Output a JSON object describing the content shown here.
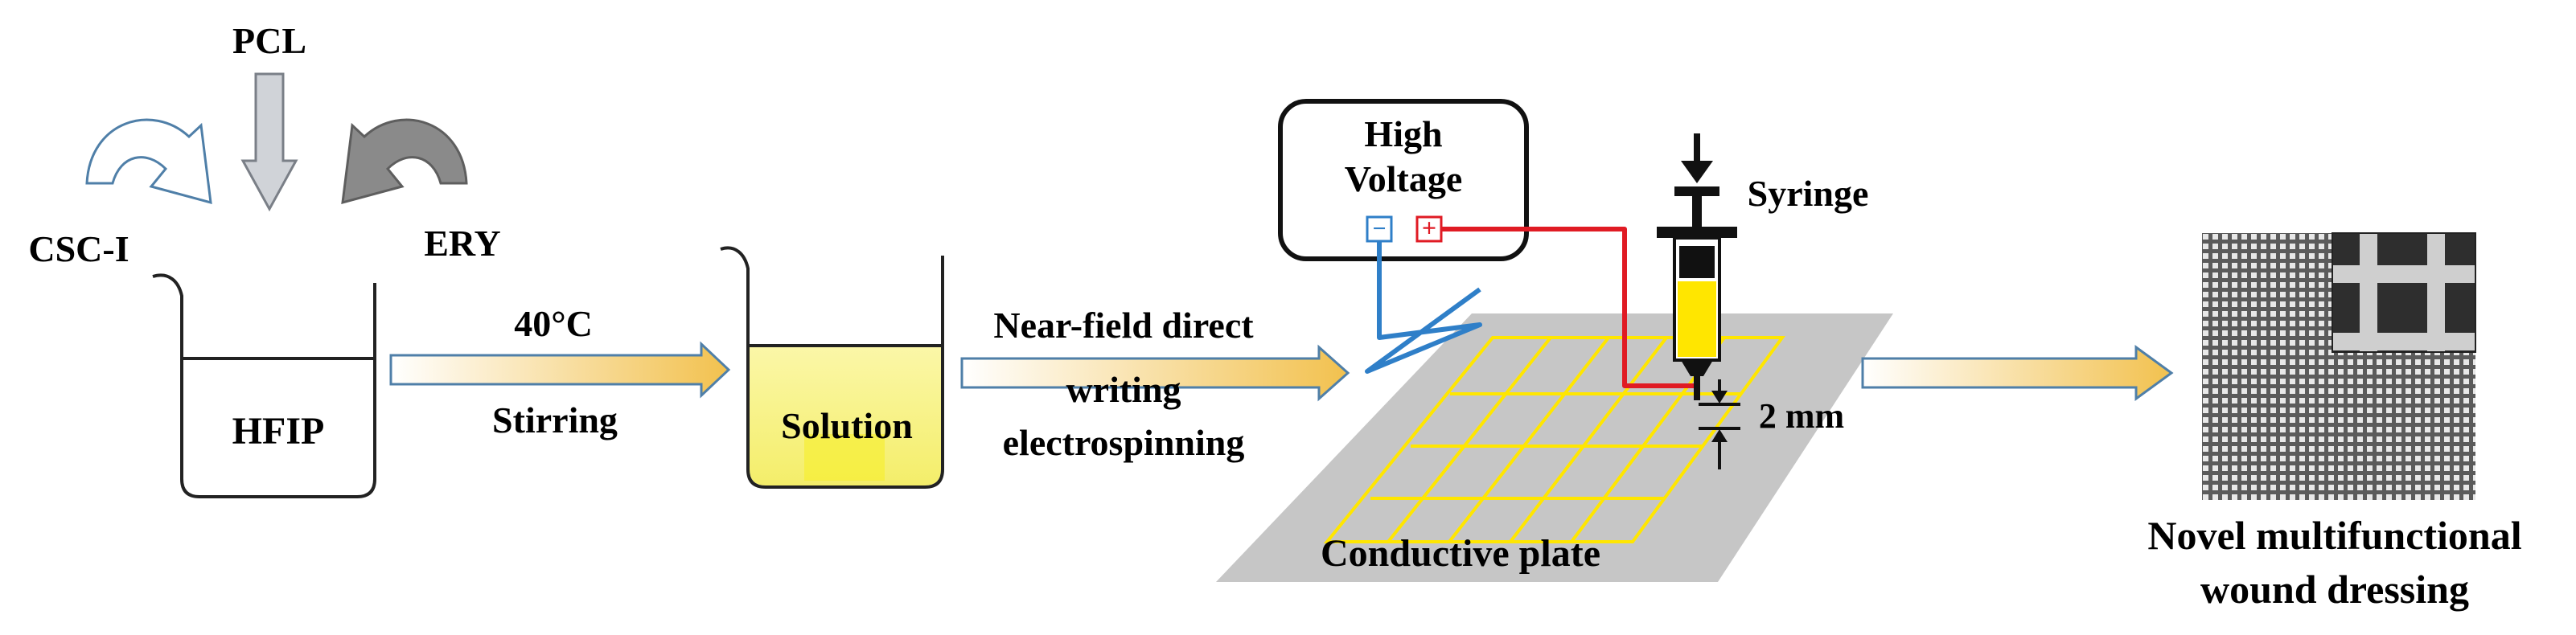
{
  "labels": {
    "pcl": "PCL",
    "csc": "CSC-I",
    "ery": "ERY",
    "hfip": "HFIP",
    "temperature": "40°C",
    "stirring": "Stirring",
    "solution": "Solution",
    "process_line1": "Near-field direct",
    "process_line2": "writing",
    "process_line3": "electrospinning",
    "high": "High",
    "voltage": "Voltage",
    "syringe": "Syringe",
    "gap": "2 mm",
    "plate": "Conductive plate",
    "product_line1": "Novel multifunctional",
    "product_line2": "wound dressing",
    "minus": "−",
    "plus": "+"
  },
  "colors": {
    "arrow_gradient_start": "#ffffff",
    "arrow_gradient_end": "#f2c14e",
    "solution_fill": "#f7f28a",
    "plate": "#c6c6c6",
    "grid_lines": "#ffe600",
    "wire_negative": "#2f7fc8",
    "wire_positive": "#e01b24",
    "syringe_fluid": "#ffe600",
    "pcl_arrow": "#d0d3d8",
    "ery_arrow": "#8a8a8a"
  },
  "icons": {
    "csc_arrow": "curved-arrow-outline-icon",
    "ery_arrow": "curved-arrow-gray-icon",
    "pcl_arrow": "down-arrow-icon",
    "beaker": "beaker-icon",
    "syringe": "syringe-icon",
    "power_supply": "high-voltage-box-icon",
    "fiber_mesh": "mesh-micrograph-image"
  }
}
